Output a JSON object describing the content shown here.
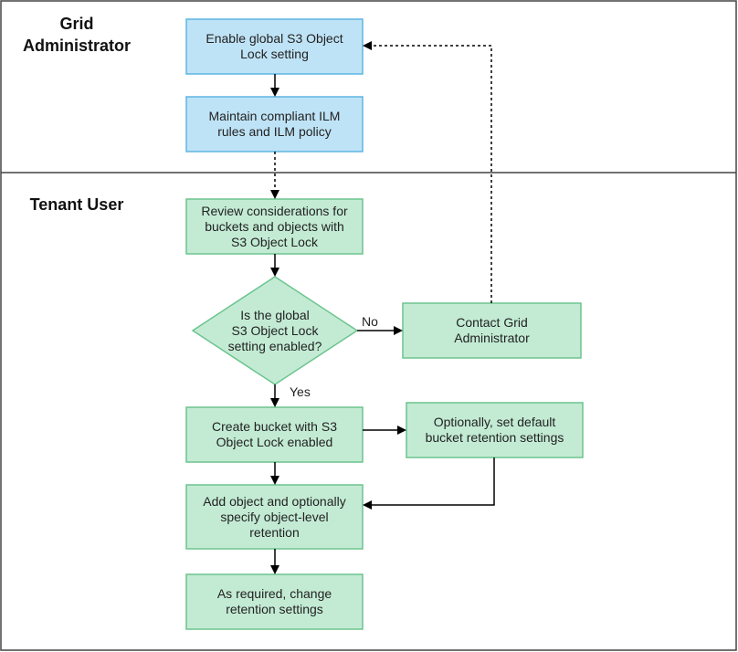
{
  "colors": {
    "border": "#444444",
    "admin_fill": "#bfe3f6",
    "admin_stroke": "#5fb5e3",
    "tenant_fill": "#c3ebd4",
    "tenant_stroke": "#6cc48e",
    "arrow": "#000000"
  },
  "lanes": {
    "admin": {
      "label": "Grid\nAdministrator"
    },
    "tenant": {
      "label": "Tenant User"
    }
  },
  "nodes": {
    "enable_lock": {
      "text": "Enable global S3 Object\nLock setting"
    },
    "maintain_ilm": {
      "text": "Maintain compliant ILM\nrules and ILM policy"
    },
    "review": {
      "text": "Review considerations for\nbuckets and objects with\nS3 Object Lock"
    },
    "decision": {
      "text": "Is the global\nS3 Object Lock\nsetting enabled?"
    },
    "contact_admin": {
      "text": "Contact Grid\nAdministrator"
    },
    "create_bucket": {
      "text": "Create bucket with S3\nObject Lock enabled"
    },
    "default_retention": {
      "text": "Optionally, set default\nbucket retention settings"
    },
    "add_object": {
      "text": "Add object and optionally\nspecify object-level\nretention"
    },
    "change_retention": {
      "text": "As required, change\nretention settings"
    }
  },
  "edges": {
    "no_label": "No",
    "yes_label": "Yes"
  }
}
